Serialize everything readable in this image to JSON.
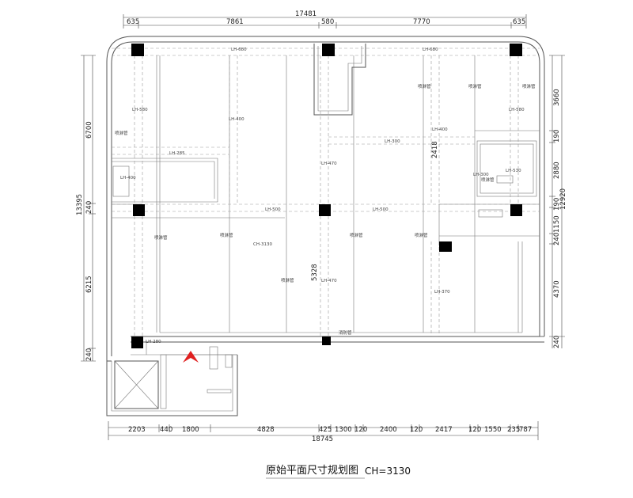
{
  "title": "原始平面尺寸规划图",
  "ceiling_height": "CH=3130",
  "logo": {
    "color": "#e02020"
  },
  "dims_top": {
    "total": "17481",
    "segments": [
      "635",
      "7861",
      "580",
      "7770",
      "635"
    ]
  },
  "dims_bottom": {
    "total": "18745",
    "segments": [
      "2203",
      "440",
      "1800",
      "4828",
      "425",
      "1300",
      "120",
      "2400",
      "120",
      "2417",
      "120",
      "1550",
      "235",
      "787"
    ]
  },
  "dims_left": {
    "total": "13395",
    "segments": [
      "6700",
      "240",
      "6215",
      "240"
    ]
  },
  "dims_right": {
    "total": "12920",
    "segments": [
      "3660",
      "190",
      "2880",
      "190",
      "1150",
      "240",
      "4370",
      "240"
    ]
  },
  "inner_dims": {
    "d1": "2418",
    "d2": "5328"
  },
  "beam_labels": {
    "lh680a": "LH-680",
    "lh680b": "LH-680",
    "lh580a": "LH-580",
    "lh580b": "LH-580",
    "lh400a": "LH-400",
    "lh400b": "LH-400",
    "lh400c": "LH-400",
    "lh300a": "LH-300",
    "lh300b": "LH-300",
    "lh470a": "LH-470",
    "lh470b": "LH-470",
    "lh500a": "LH-500",
    "lh500b": "LH-500",
    "lh285": "LH-285",
    "lh530": "LH-530",
    "lh370": "LH-370",
    "lh280": "LH-280",
    "ch": "CH-3130"
  },
  "sprinkler_labels": {
    "s1": "喷淋管",
    "s2": "喷淋管",
    "s3": "喷淋管",
    "s4": "喷淋管",
    "s5": "喷淋管",
    "s6": "喷淋管",
    "s7": "喷淋管",
    "s8": "喷淋管",
    "s9": "喷淋管",
    "s10": "喷淋管",
    "fire": "消防管"
  }
}
